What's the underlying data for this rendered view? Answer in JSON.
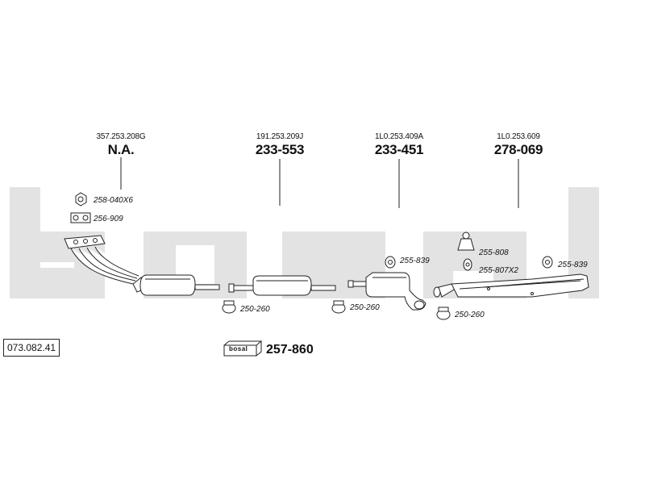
{
  "watermark": {
    "text": "bosal",
    "color": "#e3e3e3"
  },
  "columns": [
    {
      "oe": "357.253.208G",
      "part": "N.A."
    },
    {
      "oe": "191.253.209J",
      "part": "233-553"
    },
    {
      "oe": "1L0.253.409A",
      "part": "233-451"
    },
    {
      "oe": "1L0.253.609",
      "part": "278-069"
    }
  ],
  "accessories": {
    "a1": "258-040X6",
    "a2": "256-909",
    "a3": "255-839",
    "a4": "255-808",
    "a5": "255-807X2",
    "a6": "255-839",
    "c1": "250-260",
    "c2": "250-260",
    "c3": "250-260"
  },
  "kit": {
    "logo_text": "bosal",
    "part": "257-860"
  },
  "code": "073.082.41"
}
